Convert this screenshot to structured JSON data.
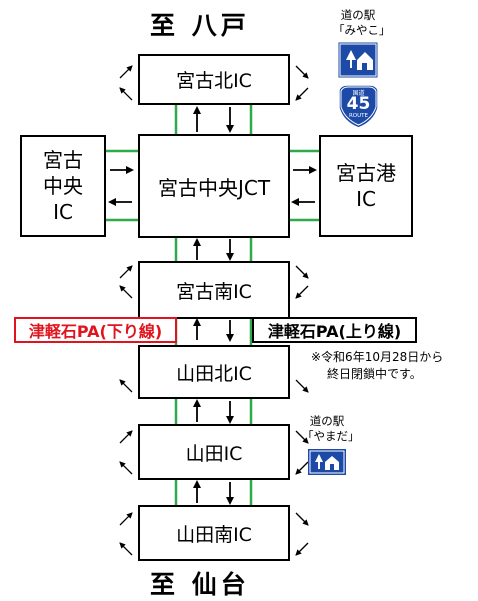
{
  "destinations": {
    "north": "至 八戸",
    "south": "至 仙台"
  },
  "interchanges": {
    "miyako_kita": "宮古北IC",
    "miyako_jct": "宮古中央JCT",
    "miyako_minami": "宮古南IC",
    "yamada_kita": "山田北IC",
    "yamada": "山田IC",
    "yamada_minami": "山田南IC"
  },
  "side_boxes": {
    "miyako_chuo_ic": [
      "宮古",
      "中央",
      "IC"
    ],
    "miyako_ko_ic": [
      "宮古港",
      "IC"
    ]
  },
  "parking_areas": {
    "down": "津軽石PA(下り線)",
    "up": "津軽石PA(上り線)"
  },
  "note": [
    "※令和6年10月28日から",
    "終日閉鎖中です。"
  ],
  "road_stations": {
    "miyako": [
      "道の駅",
      "「みやこ」"
    ],
    "yamada": [
      "道の駅",
      "「やまだ」"
    ]
  },
  "route_shield": {
    "label_top": "国道",
    "number": "45",
    "label_bottom": "ROUTE"
  },
  "colors": {
    "connector": "#2eaa4a",
    "pa_down": "#e0141e",
    "sign_blue": "#1c4aa6"
  }
}
